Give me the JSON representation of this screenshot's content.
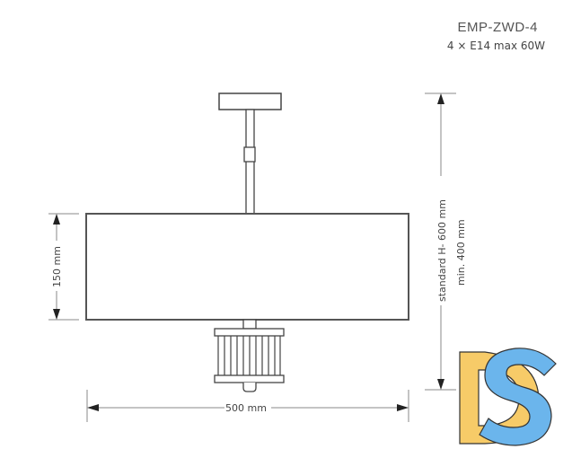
{
  "header": {
    "model": "EMP-ZWD-4",
    "spec": "4 × E14 max 60W"
  },
  "dimensions": {
    "height_label": "150 mm",
    "width_label": "500 mm",
    "suspension_standard": "standard H- 600 mm",
    "suspension_min": "min. 400 mm"
  },
  "logo": {
    "letters": "DS",
    "colors": {
      "d": "#F7CB68",
      "s": "#6BB5EC",
      "outline": "#333333"
    }
  },
  "colors": {
    "line": "#444444",
    "dim_line": "#888888"
  }
}
